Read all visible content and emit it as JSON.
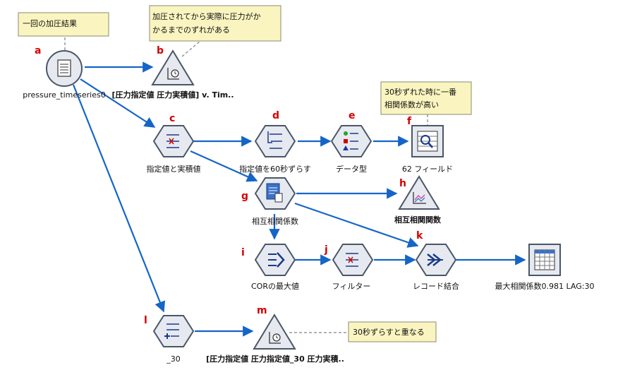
{
  "colors": {
    "arrow": "#1565c8",
    "hex_fill": "#e6eaf0",
    "hex_stroke": "#4a5668",
    "note_fill": "#faf5c0",
    "note_stroke": "#8a8a70",
    "letter": "#d40000"
  },
  "nodes": {
    "a": {
      "letter": "a",
      "label": "pressure_timeseries0",
      "icon": "file-source-icon"
    },
    "b": {
      "letter": "b",
      "label": "[圧力指定値 圧力実積値] v. Tim..",
      "icon": "time-plot-icon"
    },
    "c": {
      "letter": "c",
      "label": "指定値と実積値",
      "icon": "filter-node-icon"
    },
    "d": {
      "letter": "d",
      "label": "指定値を60秒ずらす",
      "icon": "restructure-icon"
    },
    "e": {
      "letter": "e",
      "label": "データ型",
      "icon": "type-node-icon"
    },
    "f": {
      "letter": "f",
      "label": "62 フィールド",
      "icon": "data-audit-icon"
    },
    "g": {
      "letter": "g",
      "label": "相互相関係数",
      "icon": "cross-correlation-icon"
    },
    "h": {
      "letter": "h",
      "label": "相互相関関数",
      "icon": "correlation-plot-icon"
    },
    "i": {
      "letter": "i",
      "label": "CORの最大値",
      "icon": "aggregate-icon"
    },
    "j": {
      "letter": "j",
      "label": "フィルター",
      "icon": "filter-node-icon"
    },
    "k": {
      "letter": "k",
      "label": "レコード結合",
      "icon": "merge-icon"
    },
    "table": {
      "label": "最大相関係数0.981 LAG:30",
      "icon": "table-icon"
    },
    "l": {
      "letter": "l",
      "label": "_30",
      "icon": "derive-icon"
    },
    "m": {
      "letter": "m",
      "label": "[圧力指定値 圧力指定値_30 圧力実積..",
      "icon": "time-plot-icon"
    }
  },
  "notes": {
    "n1": [
      "一回の加圧結果"
    ],
    "n2": [
      "加圧されてから実際に圧力がか",
      "かるまでのずれがある"
    ],
    "n3": [
      "30秒ずれた時に一番",
      "相関係数が高い"
    ],
    "n4": [
      "30秒ずらすと重なる"
    ]
  }
}
